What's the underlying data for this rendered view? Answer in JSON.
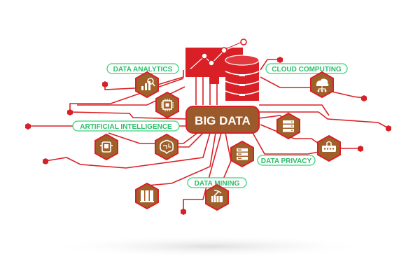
{
  "center": {
    "text": "BIG DATA"
  },
  "labels": {
    "data_analytics": "DATA ANALYTICS",
    "cloud_computing": "CLOUD COMPUTING",
    "artificial_intelligence": "ARTIFICIAL INTELLIGENCE",
    "data_privacy": "DATA PRIVACY",
    "data_mining": "DATA MINING"
  },
  "icons": [
    "analytics-chart-icon",
    "microchip-icon",
    "cloud-network-icon",
    "server-icon",
    "robot-icon",
    "brain-circuit-icon",
    "database-stack-icon",
    "password-lock-icon",
    "data-files-icon",
    "mining-pickaxe-icon"
  ],
  "colors": {
    "circuit": "#d92027",
    "badge_fill": "#a0602a",
    "badge_text": "#ffffff",
    "label_bg": "#ffffff",
    "label_border": "#38d47c",
    "label_text": "#2bbd6a",
    "center_fill": "#9a5a2b",
    "center_border": "#d92027"
  }
}
